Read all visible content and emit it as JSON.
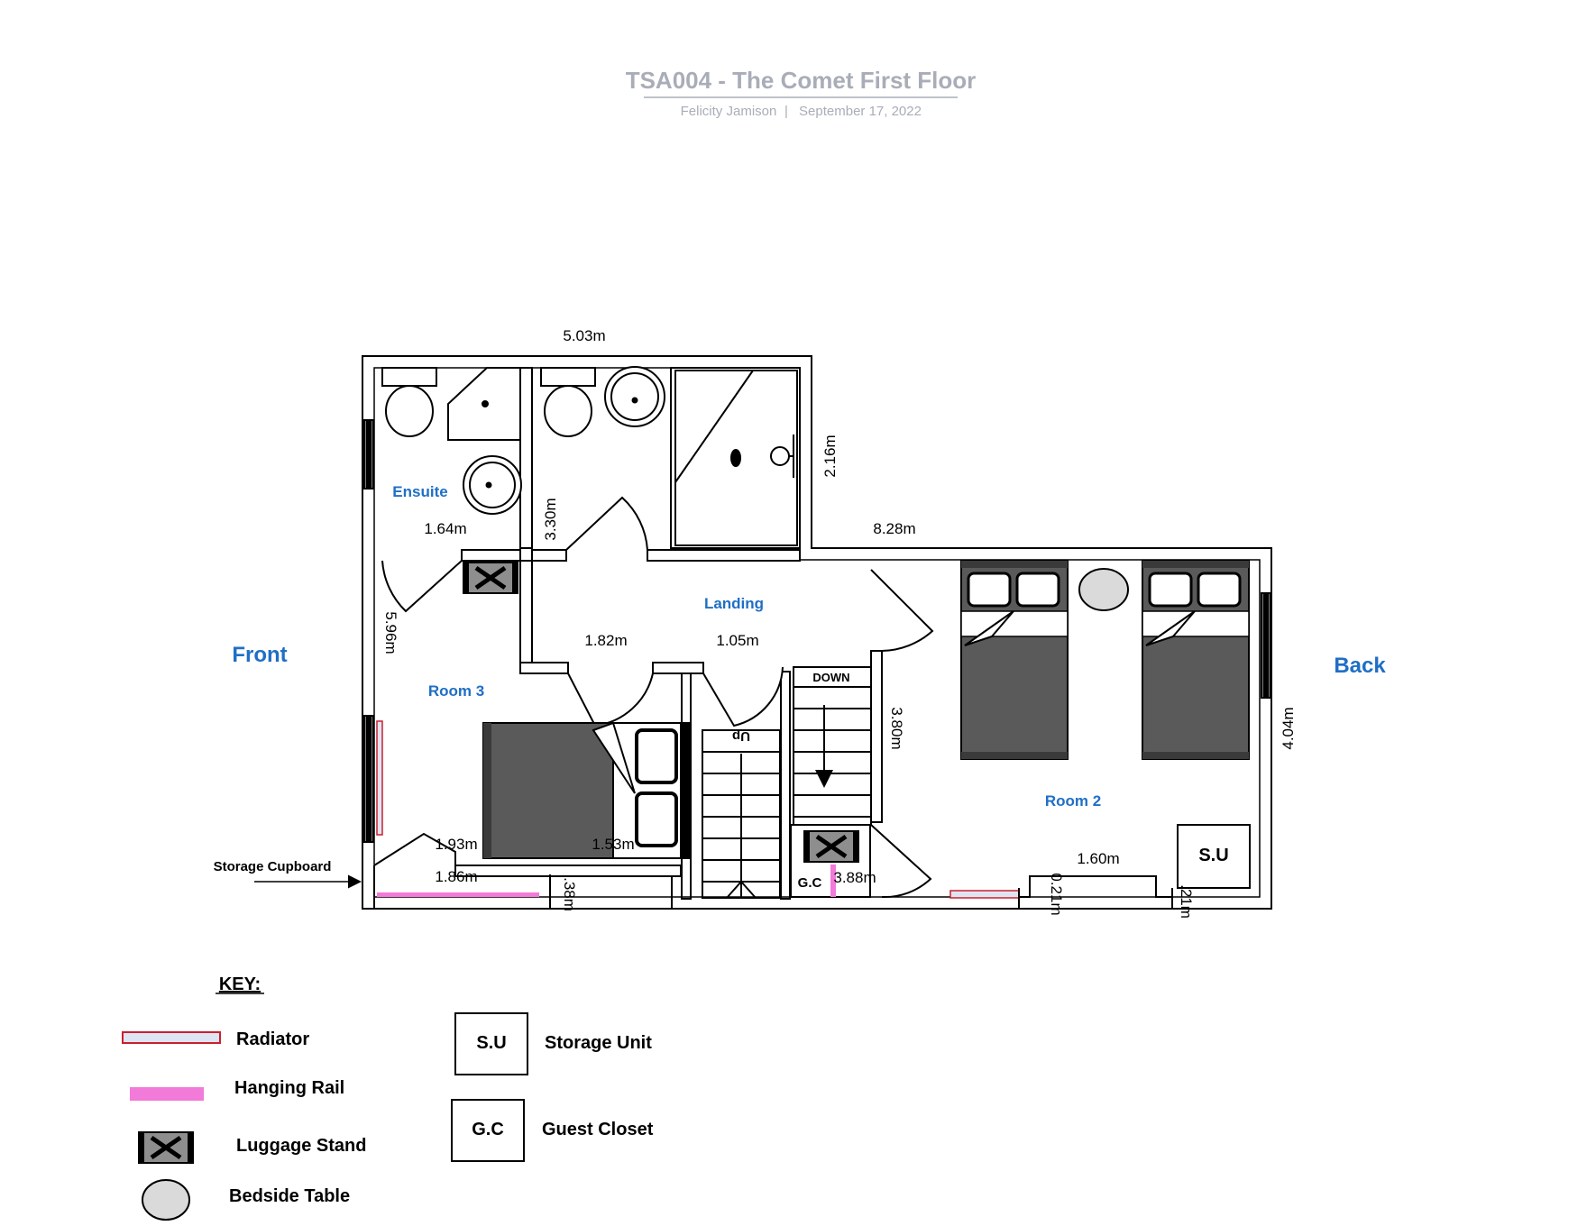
{
  "header": {
    "title": "TSA004 - The Comet First Floor",
    "author": "Felicity Jamison",
    "separator": "|",
    "date": "September 17, 2022"
  },
  "sides": {
    "front": "Front",
    "back": "Back"
  },
  "rooms": {
    "ensuite": "Ensuite",
    "landing": "Landing",
    "room3": "Room 3",
    "room2": "Room 2"
  },
  "dimensions": {
    "top_width": "5.03m",
    "bathroom_height": "2.16m",
    "right_width": "8.28m",
    "ensuite_width": "1.64m",
    "ensuite_height": "3.30m",
    "room3_height": "5.96m",
    "landing_left": "1.82m",
    "landing_right": "1.05m",
    "stair_height": "3.80m",
    "room2_height": "4.04m",
    "bed3_a": "1.93m",
    "bed3_b": "1.53m",
    "cupboard_width": "1.86m",
    "cupboard_depth": ".38m",
    "closet_width": "3.88m",
    "room2_bottom": "1.60m",
    "recess_a": "0.21m",
    "recess_b": ".21m"
  },
  "labels": {
    "storage_cupboard": "Storage Cupboard",
    "down": "DOWN",
    "up": "Up",
    "gc": "G.C",
    "su": "S.U"
  },
  "key": {
    "heading": "KEY:",
    "items": [
      {
        "label": "Radiator",
        "color": "#dfe4f2",
        "border": "#c8202e"
      },
      {
        "label": "Hanging Rail",
        "color": "#f27ad8"
      },
      {
        "label": "Luggage Stand",
        "color": "#8e8e8e"
      },
      {
        "label": "Bedside Table",
        "color": "#dadada"
      },
      {
        "label": "Storage Unit",
        "symbol": "S.U"
      },
      {
        "label": "Guest Closet",
        "symbol": "G.C"
      }
    ]
  },
  "colors": {
    "room_label": "#1f6fc5",
    "title": "#a9adb8",
    "bed": "#5a5a5a",
    "radiator_border": "#c8202e",
    "hanging_rail": "#f27ad8"
  }
}
